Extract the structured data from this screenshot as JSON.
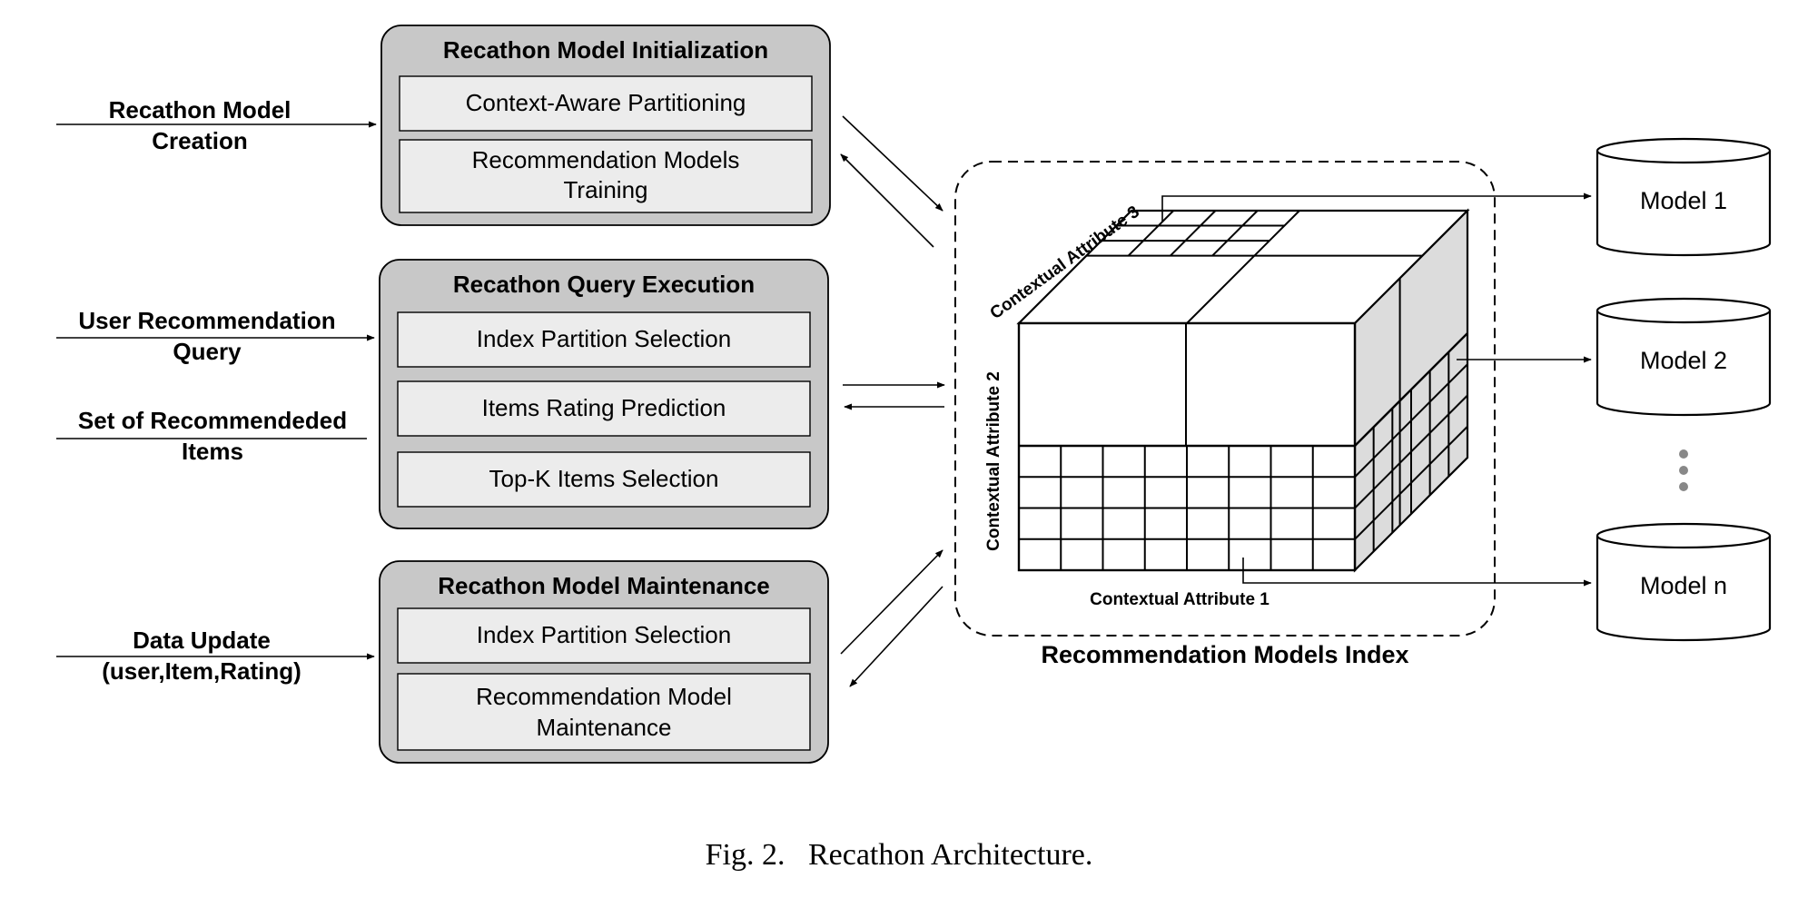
{
  "panels": {
    "initialization": {
      "title": "Recathon Model Initialization",
      "steps": [
        "Context-Aware Partitioning",
        "Recommendation Models",
        "Training"
      ]
    },
    "query": {
      "title": "Recathon Query Execution",
      "steps": [
        "Index Partition Selection",
        "Items Rating Prediction",
        "Top-K Items Selection"
      ]
    },
    "maintenance": {
      "title": "Recathon Model Maintenance",
      "steps": [
        "Index Partition Selection",
        "Recommendation Model",
        "Maintenance"
      ]
    }
  },
  "inputs": {
    "creation": [
      "Recathon Model",
      "Creation"
    ],
    "query": [
      "User Recommendation",
      "Query"
    ],
    "result": [
      "Set of Recommendeded",
      "Items"
    ],
    "update": [
      "Data Update",
      "(user,Item,Rating)"
    ]
  },
  "index": {
    "title": "Recommendation Models Index",
    "attr1": "Contextual Attribute 1",
    "attr2": "Contextual Attribute 2",
    "attr3": "Contextual Attribute 3"
  },
  "models": [
    "Model 1",
    "Model 2",
    "Model n"
  ],
  "ellipsis_color": "#888888",
  "colors": {
    "panel": "#c8c8c8",
    "step": "#ececec",
    "cube_side": "#dcdcdc"
  },
  "caption": "Fig. 2.   Recathon Architecture."
}
